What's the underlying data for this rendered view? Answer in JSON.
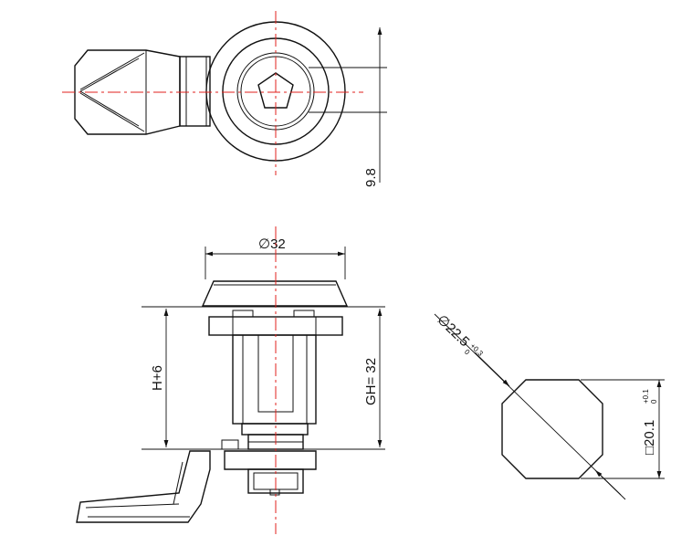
{
  "top_view": {
    "dim_label": "9.8"
  },
  "front_view": {
    "diameter_label": "∅32",
    "height_label_left": "H+6",
    "height_label_right": "GH= 32"
  },
  "cutout": {
    "diameter_label": "∅22.5",
    "diameter_tol_upper": "+0.3",
    "diameter_tol_lower": "0",
    "square_label": "□20.1",
    "square_tol_upper": "+0.1",
    "square_tol_lower": "0"
  }
}
